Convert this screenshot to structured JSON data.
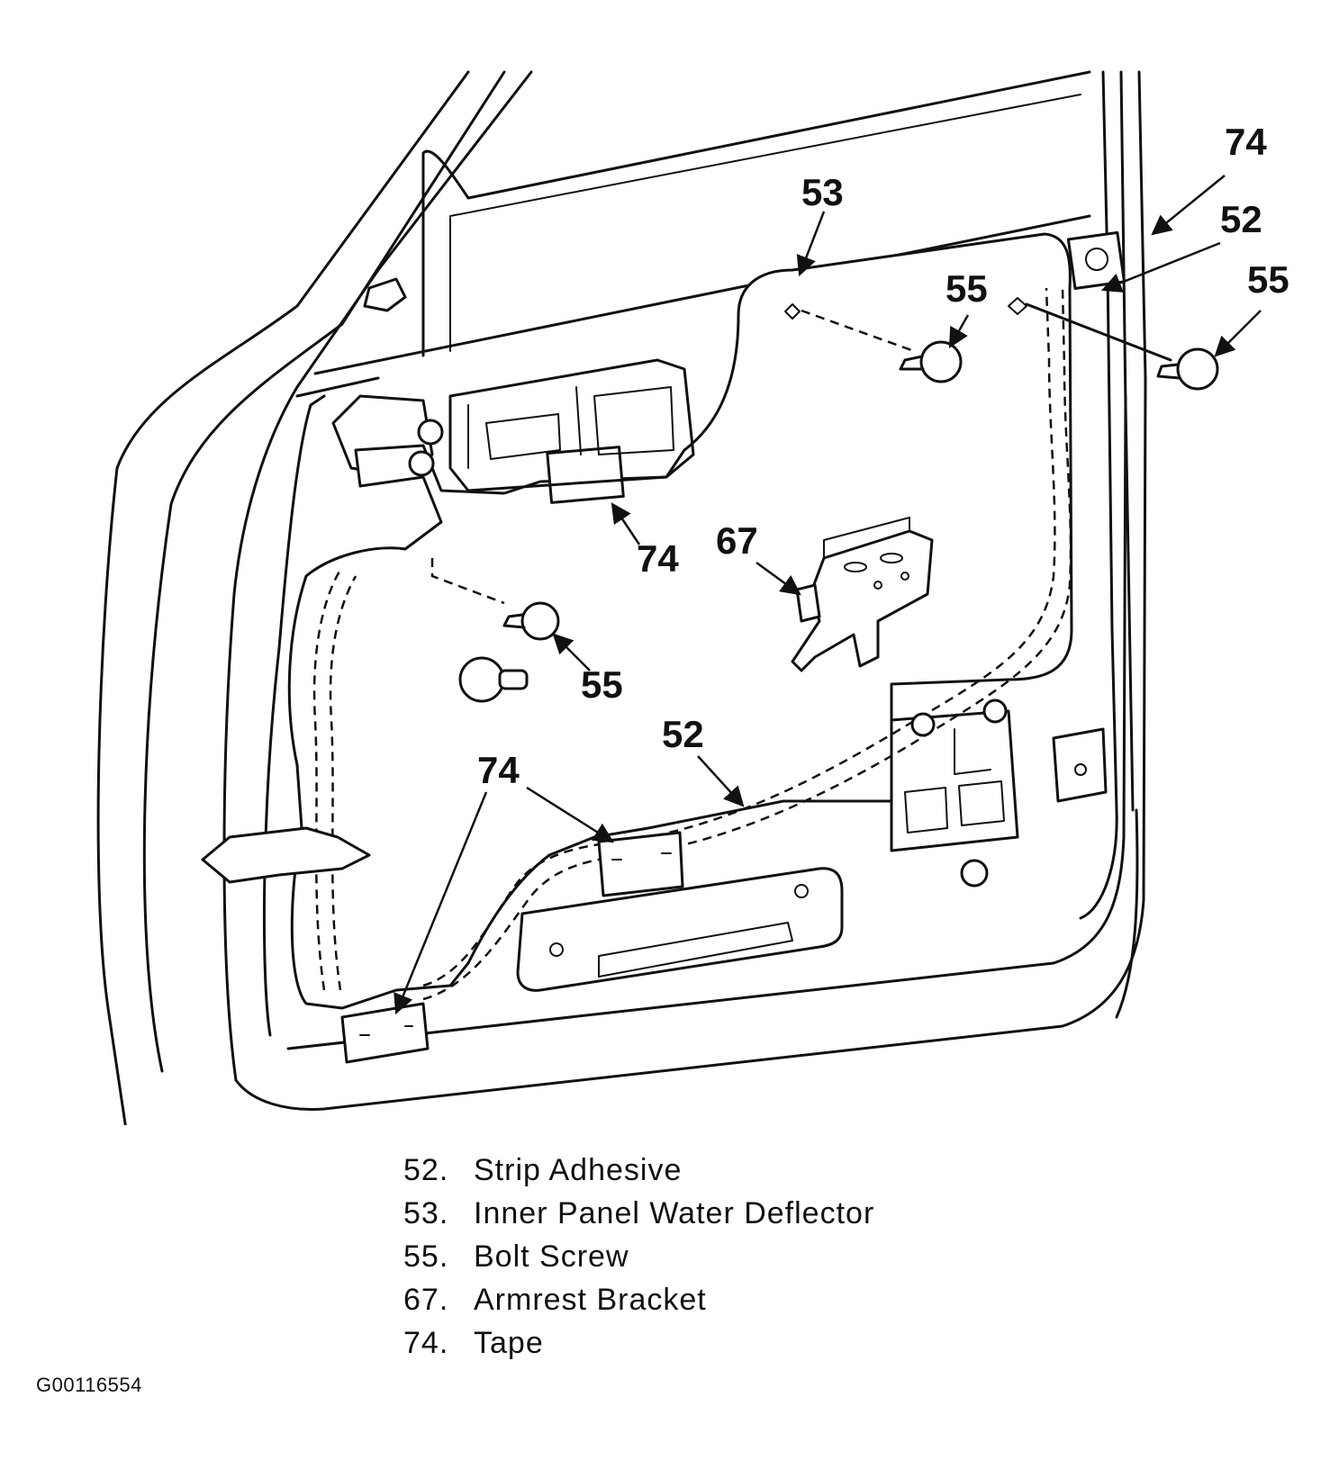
{
  "callouts": {
    "c53": "53",
    "c74_top": "74",
    "c52_top": "52",
    "c55_top_mid": "55",
    "c55_top_right": "55",
    "c74_mid": "74",
    "c67": "67",
    "c55_left": "55",
    "c52_bottom": "52",
    "c74_bottom": "74"
  },
  "legend": [
    {
      "num": "52.",
      "label": "Strip Adhesive"
    },
    {
      "num": "53.",
      "label": "Inner Panel Water Deflector"
    },
    {
      "num": "55.",
      "label": "Bolt Screw"
    },
    {
      "num": "67.",
      "label": "Armrest Bracket"
    },
    {
      "num": "74.",
      "label": "Tape"
    }
  ],
  "figure_id": "G00116554"
}
